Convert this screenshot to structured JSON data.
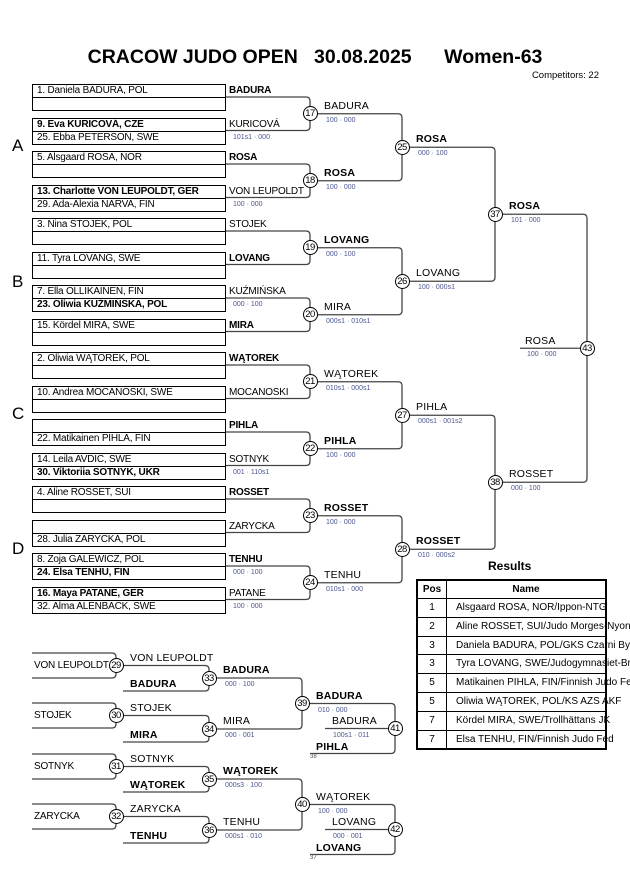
{
  "header": {
    "title": "CRACOW JUDO OPEN   30.08.2025      Women-63",
    "competitors": "Competitors: 22"
  },
  "colors": {
    "score": "#4a5590",
    "line": "#444444"
  },
  "pools": [
    "A",
    "B",
    "C",
    "D"
  ],
  "draw": [
    {
      "top": "1. Daniela BADURA, POL",
      "top_bold": false,
      "bottom": "",
      "bottom_bold": false,
      "advance": "BADURA",
      "advance_bold": true,
      "score": ""
    },
    {
      "top": "9. Eva KURICOVÁ, CZE",
      "top_bold": true,
      "bottom": "25. Ebba PETERSON, SWE",
      "bottom_bold": false,
      "advance": "KURICOVÁ",
      "advance_bold": false,
      "score": "101s1 · 000"
    },
    {
      "top": "5. Alsgaard ROSA, NOR",
      "top_bold": false,
      "bottom": "",
      "bottom_bold": false,
      "advance": "ROSA",
      "advance_bold": true,
      "score": ""
    },
    {
      "top": "13. Charlotte VON LEUPOLDT, GER",
      "top_bold": true,
      "bottom": "29. Ada-Alexia NARVA, FIN",
      "bottom_bold": false,
      "advance": "VON LEUPOLDT",
      "advance_bold": false,
      "score": "100 · 000"
    },
    {
      "top": "3. Nina STOJEK, POL",
      "top_bold": false,
      "bottom": "",
      "bottom_bold": false,
      "advance": "STOJEK",
      "advance_bold": false,
      "score": ""
    },
    {
      "top": "11. Tyra LOVANG, SWE",
      "top_bold": false,
      "bottom": "",
      "bottom_bold": false,
      "advance": "LOVANG",
      "advance_bold": true,
      "score": ""
    },
    {
      "top": "7. Ella OLLIKAINEN, FIN",
      "top_bold": false,
      "bottom": "23. Oliwia KUŹMIŃSKA, POL",
      "bottom_bold": true,
      "advance": "KUŹMIŃSKA",
      "advance_bold": false,
      "score": "000 · 100"
    },
    {
      "top": "15. Kördel MIRA, SWE",
      "top_bold": false,
      "bottom": "",
      "bottom_bold": false,
      "advance": "MIRA",
      "advance_bold": true,
      "score": ""
    },
    {
      "top": "2. Oliwia WĄTOREK, POL",
      "top_bold": false,
      "bottom": "",
      "bottom_bold": false,
      "advance": "WĄTOREK",
      "advance_bold": true,
      "score": ""
    },
    {
      "top": "10. Andrea MOCANOSKI, SWE",
      "top_bold": false,
      "bottom": "",
      "bottom_bold": false,
      "advance": "MOCANOSKI",
      "advance_bold": false,
      "score": ""
    },
    {
      "top": "",
      "top_bold": false,
      "bottom": "22. Matikainen PIHLA, FIN",
      "bottom_bold": false,
      "advance": "PIHLA",
      "advance_bold": true,
      "score": ""
    },
    {
      "top": "14. Leila AVDIC, SWE",
      "top_bold": false,
      "bottom": "30. Viktoriia SOTNYK, UKR",
      "bottom_bold": true,
      "advance": "SOTNYK",
      "advance_bold": false,
      "score": "001 · 110s1"
    },
    {
      "top": "4. Aline ROSSET, SUI",
      "top_bold": false,
      "bottom": "",
      "bottom_bold": false,
      "advance": "ROSSET",
      "advance_bold": true,
      "score": ""
    },
    {
      "top": "",
      "top_bold": false,
      "bottom": "28. Julia ZARYCKA, POL",
      "bottom_bold": false,
      "advance": "ZARYCKA",
      "advance_bold": false,
      "score": ""
    },
    {
      "top": "8. Zoja GALEWICZ, POL",
      "top_bold": false,
      "bottom": "24. Elsa TENHU, FIN",
      "bottom_bold": true,
      "advance": "TENHU",
      "advance_bold": true,
      "score": "000 · 100"
    },
    {
      "top": "16. Maya PATANE, GER",
      "top_bold": true,
      "bottom": "32. Alma ALENBACK, SWE",
      "bottom_bold": false,
      "advance": "PATANE",
      "advance_bold": false,
      "score": "100 · 000"
    }
  ],
  "round1": [
    {
      "num": "17",
      "winner": "BADURA",
      "bold": false,
      "score": "100 · 000"
    },
    {
      "num": "18",
      "winner": "ROSA",
      "bold": true,
      "score": "100 · 000"
    },
    {
      "num": "19",
      "winner": "LOVANG",
      "bold": true,
      "score": "000 · 100"
    },
    {
      "num": "20",
      "winner": "MIRA",
      "bold": false,
      "score": "000s1 · 010s1"
    },
    {
      "num": "21",
      "winner": "WĄTOREK",
      "bold": false,
      "score": "010s1 · 000s1"
    },
    {
      "num": "22",
      "winner": "PIHLA",
      "bold": true,
      "score": "100 · 000"
    },
    {
      "num": "23",
      "winner": "ROSSET",
      "bold": true,
      "score": "100 · 000"
    },
    {
      "num": "24",
      "winner": "TENHU",
      "bold": false,
      "score": "010s1 · 000"
    }
  ],
  "round2": [
    {
      "num": "25",
      "winner": "ROSA",
      "bold": true,
      "score": "000 · 100"
    },
    {
      "num": "26",
      "winner": "LOVANG",
      "bold": false,
      "score": "100 · 000s1"
    },
    {
      "num": "27",
      "winner": "PIHLA",
      "bold": false,
      "score": "000s1 · 001s2"
    },
    {
      "num": "28",
      "winner": "ROSSET",
      "bold": true,
      "score": "010 · 000s2"
    }
  ],
  "semis": [
    {
      "num": "37",
      "winner": "ROSA",
      "bold": true,
      "score": "101 · 000"
    },
    {
      "num": "38",
      "winner": "ROSSET",
      "bold": false,
      "score": "000 · 100"
    }
  ],
  "final": {
    "num": "43",
    "winner": "ROSA",
    "score": "100 · 000"
  },
  "repechage": [
    {
      "m1": {
        "num": "29",
        "entrant": "VON LEUPOLDT",
        "winner": "VON LEUPOLDT"
      },
      "m1_opponent": "BADURA",
      "m2": {
        "num": "30",
        "entrant": "STOJEK",
        "winner": "STOJEK"
      },
      "m2_opponent": "MIRA",
      "r1": {
        "num": "33",
        "winner": "BADURA",
        "bold": true,
        "score": "000 · 100"
      },
      "r2": {
        "num": "34",
        "winner": "MIRA",
        "bold": false,
        "score": "000 · 001"
      },
      "semi": {
        "num": "39",
        "winner": "BADURA",
        "bold": true,
        "score": "010 · 000"
      },
      "bronze": {
        "num": "41",
        "winner": "BADURA",
        "score": "100s1 · 011",
        "opponent": "PIHLA",
        "opponent_from": "38"
      }
    },
    {
      "m1": {
        "num": "31",
        "entrant": "SOTNYK",
        "winner": "SOTNYK"
      },
      "m1_opponent": "WĄTOREK",
      "m2": {
        "num": "32",
        "entrant": "ZARYCKA",
        "winner": "ZARYCKA"
      },
      "m2_opponent": "TENHU",
      "r1": {
        "num": "35",
        "winner": "WĄTOREK",
        "bold": true,
        "score": "000s3 · 100"
      },
      "r2": {
        "num": "36",
        "winner": "TENHU",
        "bold": false,
        "score": "000s1 · 010"
      },
      "semi": {
        "num": "40",
        "winner": "WĄTOREK",
        "bold": false,
        "score": "100 · 000"
      },
      "bronze": {
        "num": "42",
        "winner": "LOVANG",
        "score": "000 · 001",
        "opponent": "LOVANG",
        "opponent_from": "37"
      }
    }
  ],
  "results": {
    "title": "Results",
    "headers": [
      "Pos",
      "Name"
    ],
    "rows": [
      {
        "pos": "1",
        "name": "Alsgaard ROSA, NOR/Ippon-NTG"
      },
      {
        "pos": "2",
        "name": "Aline ROSSET, SUI/Judo Morges-Nyon"
      },
      {
        "pos": "3",
        "name": "Daniela BADURA, POL/GKS Czarni Bytom"
      },
      {
        "pos": "3",
        "name": "Tyra LOVANG, SWE/Judogymnasiet-Bruks"
      },
      {
        "pos": "5",
        "name": "Matikainen PIHLA, FIN/Finnish Judo Fed"
      },
      {
        "pos": "5",
        "name": "Oliwia WĄTOREK, POL/KS AZS AKF"
      },
      {
        "pos": "7",
        "name": "Kördel MIRA, SWE/Trollhättans JK"
      },
      {
        "pos": "7",
        "name": "Elsa TENHU, FIN/Finnish Judo Fed"
      }
    ]
  }
}
